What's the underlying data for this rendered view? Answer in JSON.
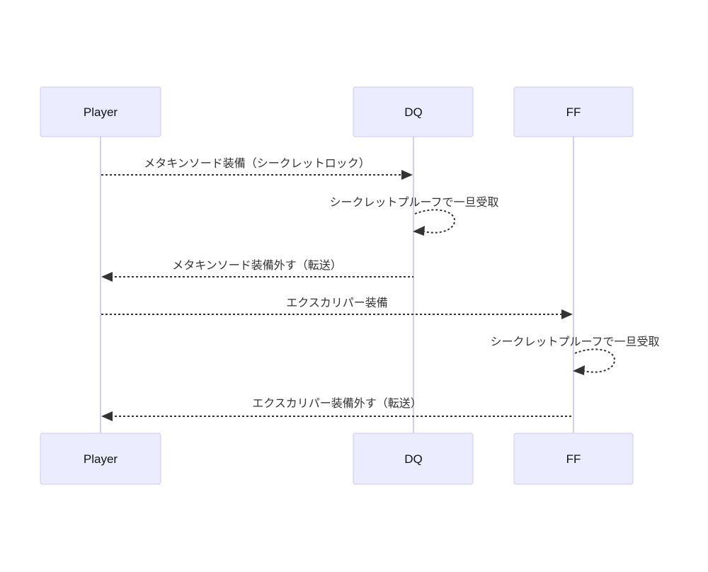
{
  "diagram": {
    "type": "sequence",
    "colors": {
      "background": "#ffffff",
      "actor_fill": "#ECECFF",
      "actor_border": "#CDC9EE",
      "lifeline": "#D5CEF0",
      "message": "#333333"
    },
    "actors": [
      {
        "id": "player",
        "label": "Player"
      },
      {
        "id": "dq",
        "label": "DQ"
      },
      {
        "id": "ff",
        "label": "FF"
      }
    ],
    "messages": [
      {
        "from": "Player",
        "to": "DQ",
        "label": "メタキンソード装備（シークレットロック）",
        "line": "dashed",
        "direction": "right"
      },
      {
        "from": "DQ",
        "to": "DQ",
        "label": "シークレットプルーフで一旦受取",
        "line": "dashed",
        "direction": "self"
      },
      {
        "from": "DQ",
        "to": "Player",
        "label": "メタキンソード装備外す（転送）",
        "line": "dashed",
        "direction": "left"
      },
      {
        "from": "Player",
        "to": "FF",
        "label": "エクスカリパー装備",
        "line": "dashed",
        "direction": "right"
      },
      {
        "from": "FF",
        "to": "FF",
        "label": "シークレットプルーフで一旦受取",
        "line": "dashed",
        "direction": "self"
      },
      {
        "from": "FF",
        "to": "Player",
        "label": "エクスカリパー装備外す（転送）",
        "line": "dashed",
        "direction": "left"
      }
    ]
  }
}
